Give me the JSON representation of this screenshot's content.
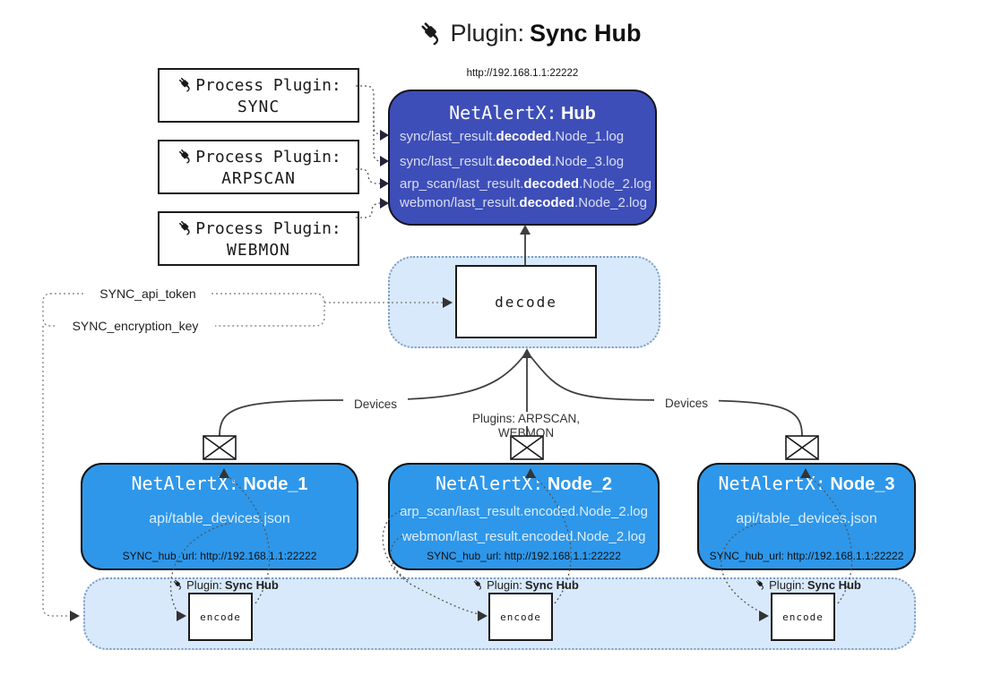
{
  "title": {
    "prefix": "Plugin:",
    "name": "Sync Hub"
  },
  "colors": {
    "hub_bg": "#3e4eb8",
    "node_bg": "#2e97ea",
    "container_bg": "#d8e9fb",
    "container_border": "#7d9cc4",
    "hub_text": "#d9def2",
    "node_text": "#dceefb",
    "connector": "#3f3f3f"
  },
  "hub": {
    "url": "http://192.168.1.1:22222",
    "title_prefix": "NetAlertX:",
    "title_name": "Hub",
    "files": [
      {
        "pre": "sync/last_result.",
        "mid": "decoded",
        "post": ".Node_1.log"
      },
      {
        "pre": "sync/last_result.",
        "mid": "decoded",
        "post": ".Node_3.log"
      },
      {
        "pre": "arp_scan/last_result.",
        "mid": "decoded",
        "post": ".Node_2.log"
      },
      {
        "pre": "webmon/last_result.",
        "mid": "decoded",
        "post": ".Node_2.log"
      }
    ]
  },
  "process_plugins": [
    {
      "label": "Process Plugin:",
      "name": "SYNC"
    },
    {
      "label": "Process Plugin:",
      "name": "ARPSCAN"
    },
    {
      "label": "Process Plugin:",
      "name": "WEBMON"
    }
  ],
  "decode_label": "decode",
  "tokens": {
    "api_token": "SYNC_api_token",
    "encryption_key": "SYNC_encryption_key"
  },
  "edge_labels": {
    "left": "Devices",
    "center": "Plugins: ARPSCAN, WEBMON",
    "right": "Devices"
  },
  "nodes": [
    {
      "title_prefix": "NetAlertX:",
      "title_name": "Node_1",
      "files": [
        "api/table_devices.json"
      ],
      "hub_url": "SYNC_hub_url: http://192.168.1.1:22222"
    },
    {
      "title_prefix": "NetAlertX:",
      "title_name": "Node_2",
      "files": [
        "arp_scan/last_result.encoded.Node_2.log",
        "webmon/last_result.encoded.Node_2.log"
      ],
      "hub_url": "SYNC_hub_url: http://192.168.1.1:22222"
    },
    {
      "title_prefix": "NetAlertX:",
      "title_name": "Node_3",
      "files": [
        "api/table_devices.json"
      ],
      "hub_url": "SYNC_hub_url: http://192.168.1.1:22222"
    }
  ],
  "encode": {
    "label_prefix": "Plugin:",
    "label_name": "Sync Hub",
    "box_label": "encode"
  }
}
